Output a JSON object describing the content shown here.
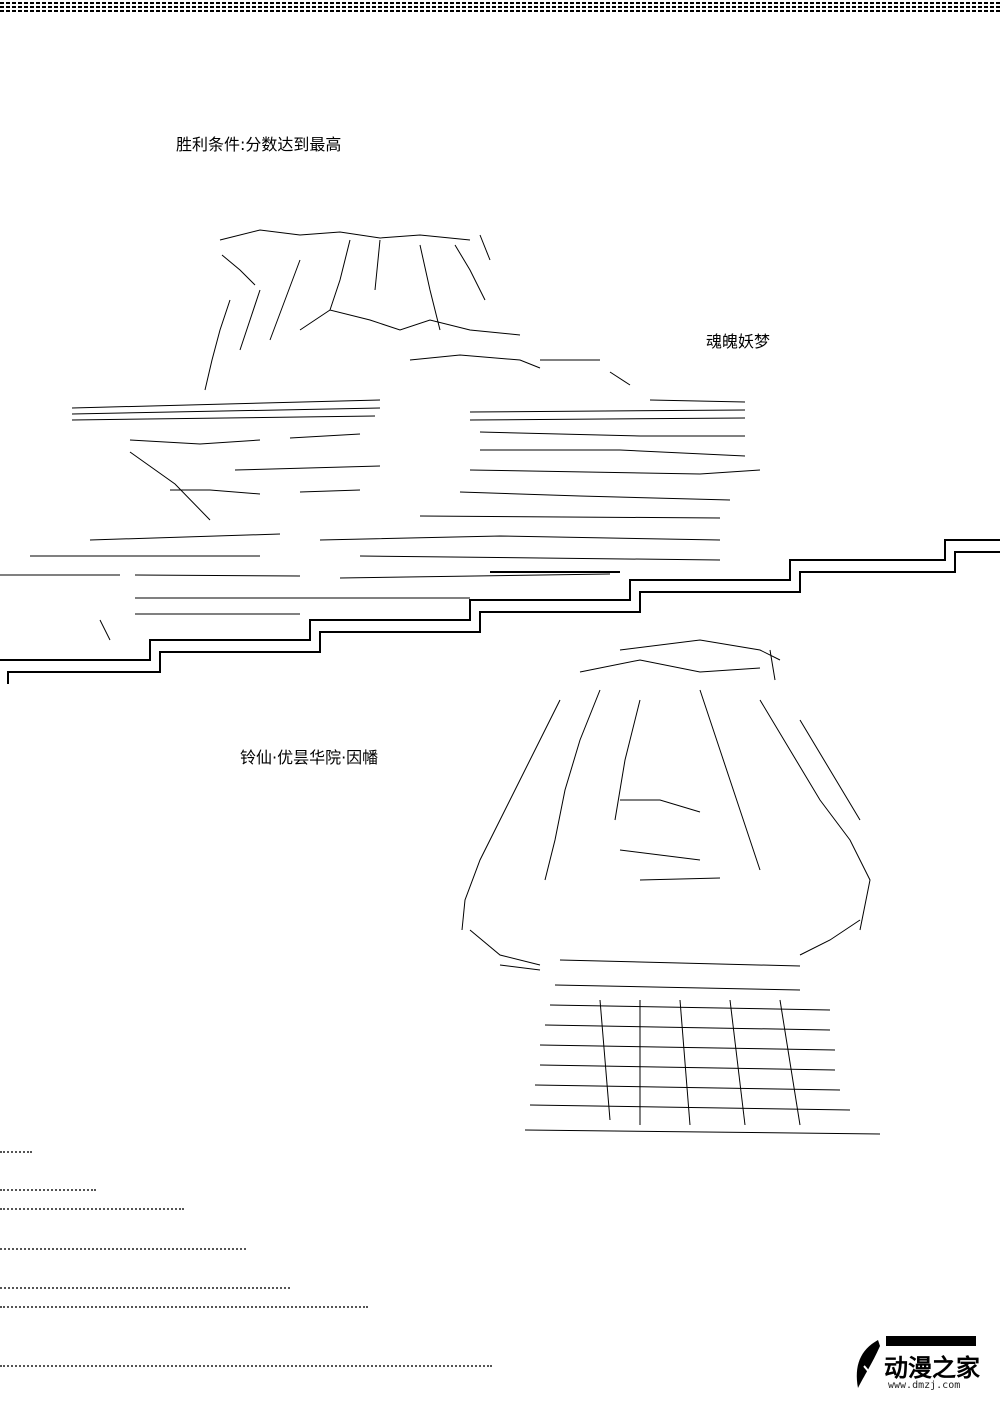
{
  "labels": {
    "victory_condition": "胜利条件:分数达到最高",
    "character_1": "魂魄妖梦",
    "character_2": "铃仙·优昙华院·因幡"
  },
  "logo": {
    "name": "动漫之家",
    "url": "www.dmzj.com"
  },
  "colors": {
    "ink": "#000000",
    "paper": "#ffffff"
  }
}
